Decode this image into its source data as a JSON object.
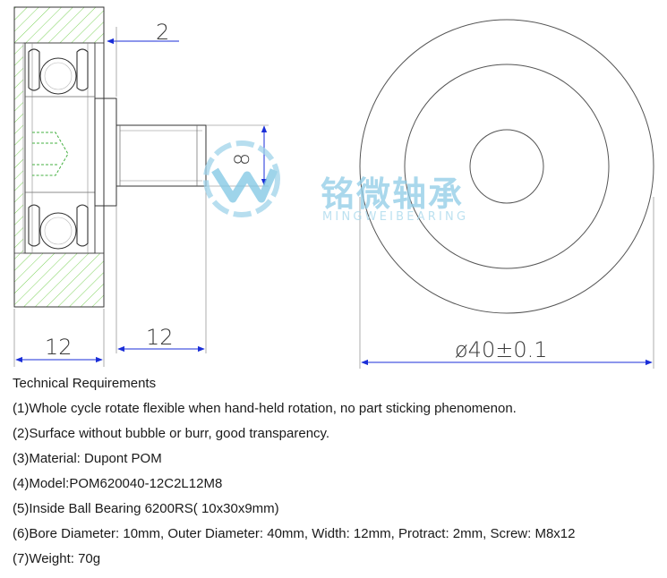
{
  "dimensions": {
    "protract": "2",
    "screw_dia": "8",
    "width": "12",
    "screw_len": "12",
    "outer_dia": "ø40±0.1"
  },
  "watermark": {
    "cn": "铭微轴承",
    "en": "MINGWEIBEARING"
  },
  "requirements": {
    "heading": "Technical Requirements",
    "items": [
      "(1)Whole cycle rotate flexible when hand-held rotation, no part sticking phenomenon.",
      "(2)Surface without bubble or burr, good transparency.",
      "(3)Material: Dupont POM",
      "(4)Model:POM620040-12C2L12M8",
      "(5)Inside Ball Bearing 6200RS( 10x30x9mm)",
      "(6)Bore Diameter: 10mm, Outer Diameter: 40mm, Width: 12mm, Protract: 2mm, Screw: M8x12",
      "(7)Weight: 70g"
    ]
  },
  "colors": {
    "hatch": "#6fcf50",
    "dimension": "#1a2ed8",
    "outline": "#333333",
    "watermark": "#8ecbe6"
  }
}
